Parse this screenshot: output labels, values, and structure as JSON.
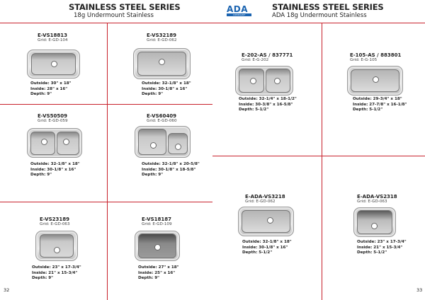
{
  "left_page": {
    "title": "STAINLESS STEEL SERIES",
    "subtitle": "18g Undermount Stainless",
    "page_number": "32",
    "items": [
      {
        "model": "E-VS18813",
        "grid": "Grid: E-GD-104",
        "outside": "Outside: 30\" x 18\"",
        "inside": "Inside: 28\" x 16\"",
        "depth": "Depth: 9\""
      },
      {
        "model": "E-VS32189",
        "grid": "Grid: E-GD-062",
        "outside": "Outside: 32-1/8\" x 18\"",
        "inside": "Inside: 30-1/8\" x 16\"",
        "depth": "Depth: 9\""
      },
      {
        "model": "E-VS50509",
        "grid": "Grid: E-GD-059",
        "outside": "Outside: 32-1/8\" x 18\"",
        "inside": "Inside: 30-1/8\" x 16\"",
        "depth": "Depth: 9\""
      },
      {
        "model": "E-VS60409",
        "grid": "Grid: E-GD-060",
        "outside": "Outside: 32-1/8\" x 20-5/8\"",
        "inside": "Inside: 30-1/8\" x 18-5/8\"",
        "depth": "Depth: 9\""
      },
      {
        "model": "E-VS23189",
        "grid": "Grid: E-GD-063",
        "outside": "Outside: 23\" x 17-3/4\"",
        "inside": "Inside: 21\" x 15-3/4\"",
        "depth": "Depth: 9\""
      },
      {
        "model": "E-VS18187",
        "grid": "Grid: E-GD-109",
        "outside": "Outside: 27\" x 18\"",
        "inside": "Inside: 25\" x 16\"",
        "depth": "Depth: 9\""
      }
    ]
  },
  "right_page": {
    "logo": "ADA COMPLIANT",
    "title": "STAINLESS STEEL SERIES",
    "subtitle": "ADA 18g Undermount Stainless",
    "page_number": "33",
    "items": [
      {
        "model": "E-202-AS / 837771",
        "grid": "Grid: E-G-202",
        "outside": "Outside: 32-1/4\" x 18-1/2\"",
        "inside": "Inside: 30-3/8\" x 16-5/8\"",
        "depth": "Depth: 5-1/2\""
      },
      {
        "model": "E-105-AS / 883801",
        "grid": "Grid: E-G-105",
        "outside": "Outside: 29-3/4\" x 18\"",
        "inside": "Inside: 27-7/8\" x 16-1/8\"",
        "depth": "Depth: 5-1/2\""
      },
      {
        "model": "E-ADA-VS3218",
        "grid": "Grid: E-GD-062",
        "outside": "Outside: 32-1/8\" x 18\"",
        "inside": "Inside: 30-1/8\" x 16\"",
        "depth": "Depth: 5-1/2\""
      },
      {
        "model": "E-ADA-VS2318",
        "grid": "Grid: E-GD-063",
        "outside": "Outside: 23\" x 17-3/4\"",
        "inside": "Inside: 21\" x 15-3/4\"",
        "depth": "Depth: 5-1/2\""
      }
    ]
  },
  "colors": {
    "rule": "#c8202a",
    "ada_blue": "#1a63b0"
  }
}
